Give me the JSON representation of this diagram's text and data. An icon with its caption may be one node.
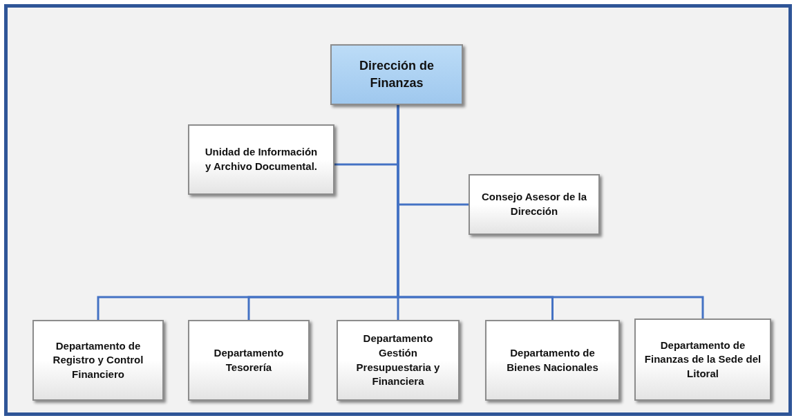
{
  "diagram": {
    "nodes": [
      {
        "text": [
          "Dirección de Finanzas"
        ]
      },
      {
        "text": [
          "Unidad de Información y Archivo Documental."
        ]
      },
      {
        "text": [
          "Consejo Asesor de la Dirección"
        ]
      },
      {
        "text": [
          "Departamento de Registro y Control Financiero"
        ]
      },
      {
        "text": [
          "Departamento Tesorería"
        ]
      },
      {
        "text": [
          "Departamento Gestión Presupuestaria y Financiera"
        ]
      },
      {
        "text": [
          "Departamento de Bienes Nacionales"
        ]
      },
      {
        "text": [
          "Departamento de Finanzas de la Sede del Litoral"
        ]
      }
    ],
    "edges": [
      {
        "from": 0,
        "to": 1,
        "arrow": "none"
      },
      {
        "from": 0,
        "to": 2,
        "arrow": "none"
      },
      {
        "from": 0,
        "to": 3,
        "arrow": "none"
      },
      {
        "from": 0,
        "to": 4,
        "arrow": "none"
      },
      {
        "from": 0,
        "to": 5,
        "arrow": "none"
      },
      {
        "from": 0,
        "to": 6,
        "arrow": "none"
      },
      {
        "from": 0,
        "to": 7,
        "arrow": "none"
      }
    ]
  }
}
